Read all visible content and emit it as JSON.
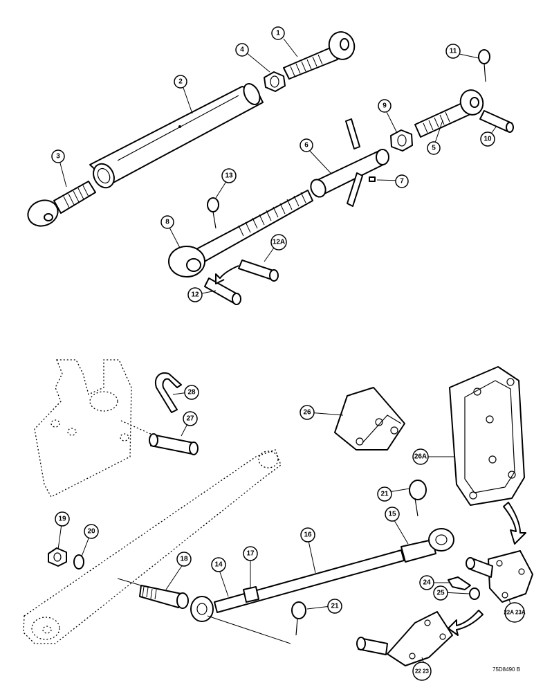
{
  "drawing_ref": "75D8490 B",
  "callouts": {
    "c1": "1",
    "c2": "2",
    "c3": "3",
    "c4": "4",
    "c5": "5",
    "c6": "6",
    "c7": "7",
    "c8": "8",
    "c9": "9",
    "c10": "10",
    "c11": "11",
    "c12": "12",
    "c12a": "12A",
    "c13": "13",
    "c14": "14",
    "c15": "15",
    "c16": "16",
    "c17": "17",
    "c18": "18",
    "c19": "19",
    "c20": "20",
    "c21a": "21",
    "c21b": "21",
    "c22_23": "22 23",
    "c22a_23a": "22A 23A",
    "c24": "24",
    "c25": "25",
    "c26": "26",
    "c26a": "26A",
    "c27": "27",
    "c28": "28"
  }
}
